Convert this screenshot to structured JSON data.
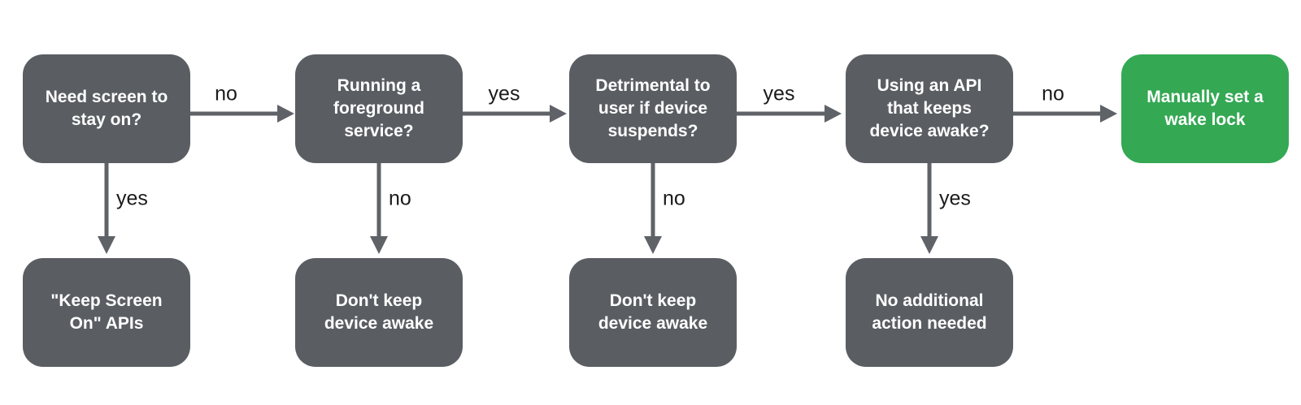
{
  "diagram": {
    "description": "Decision flowchart for keeping an Android device awake",
    "colors": {
      "box_gray": "#5a5e63",
      "box_green": "#34a853",
      "arrow": "#5f6368",
      "label_text": "#1a1a1a",
      "box_text": "#ffffff",
      "background": "#ffffff"
    },
    "columns": [
      {
        "question": "Need screen to\nstay on?",
        "right_label": "no",
        "down_label": "yes",
        "down_result": "\"Keep Screen\nOn\" APIs"
      },
      {
        "question": "Running a\nforeground\nservice?",
        "right_label": "yes",
        "down_label": "no",
        "down_result": "Don't keep\ndevice awake"
      },
      {
        "question": "Detrimental to\nuser if device\nsuspends?",
        "right_label": "yes",
        "down_label": "no",
        "down_result": "Don't keep\ndevice awake"
      },
      {
        "question": "Using an API\nthat keeps\ndevice awake?",
        "right_label": "no",
        "down_label": "yes",
        "down_result": "No additional\naction needed"
      }
    ],
    "final": {
      "label": "Manually set a\nwake lock"
    }
  }
}
